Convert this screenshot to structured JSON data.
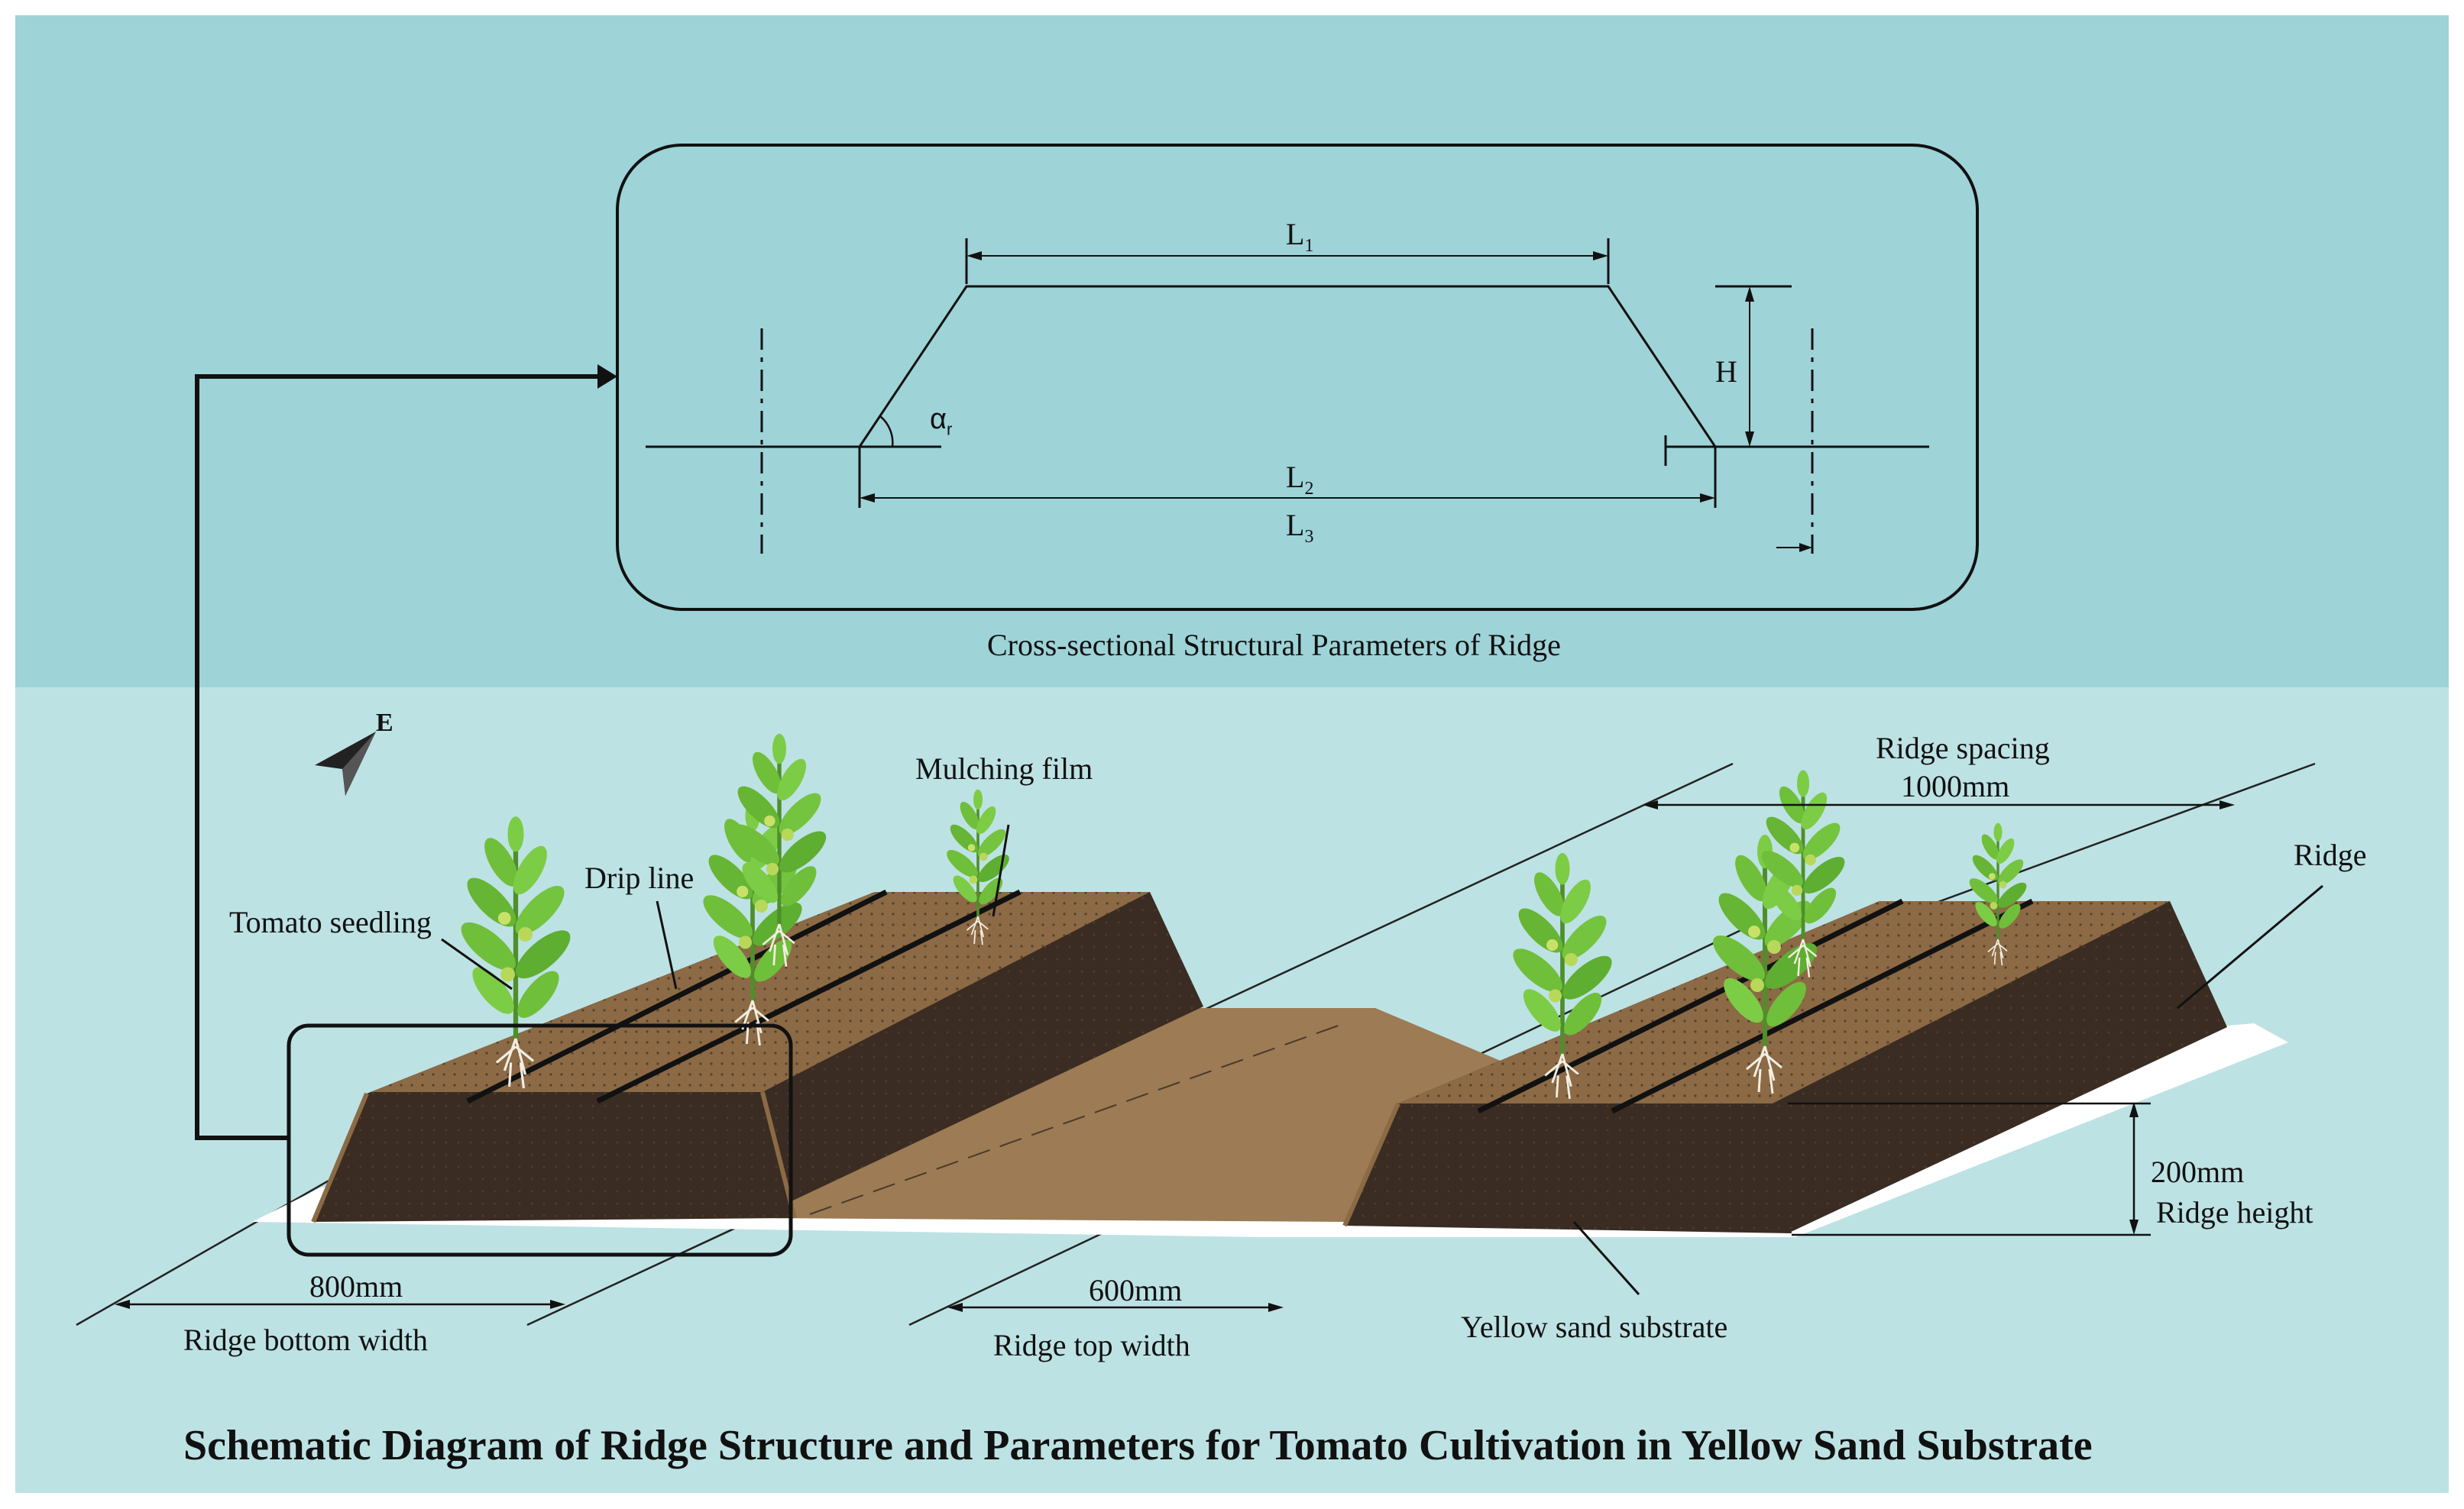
{
  "inset": {
    "caption": "Cross-sectional Structural Parameters of Ridge",
    "L1": "L",
    "L1_sub": "1",
    "L2": "L",
    "L2_sub": "2",
    "L3": "L",
    "L3_sub": "3",
    "H": "H",
    "alpha": "α",
    "alpha_sub": "r"
  },
  "compass": {
    "label": "E"
  },
  "labels": {
    "mulching_film": "Mulching film",
    "drip_line": "Drip line",
    "tomato_seedling": "Tomato seedling",
    "ridge_spacing": "Ridge spacing",
    "ridge_spacing_value": "1000mm",
    "ridge": "Ridge",
    "ridge_height_value": "200mm",
    "ridge_height": "Ridge height",
    "bottom_width_value": "800mm",
    "bottom_width": "Ridge bottom width",
    "top_width_value": "600mm",
    "top_width": "Ridge top width",
    "yellow_sand": "Yellow sand substrate"
  },
  "title": "Schematic Diagram of Ridge Structure and Parameters for Tomato Cultivation in Yellow Sand Substrate",
  "colors": {
    "upper_bg": "#9ed3d8",
    "lower_bg": "#bde2e4",
    "ridge_top": "#8b6a45",
    "ridge_side": "#3a2c22",
    "furrow": "#9c7b55",
    "plant": "#6fbf3a"
  }
}
